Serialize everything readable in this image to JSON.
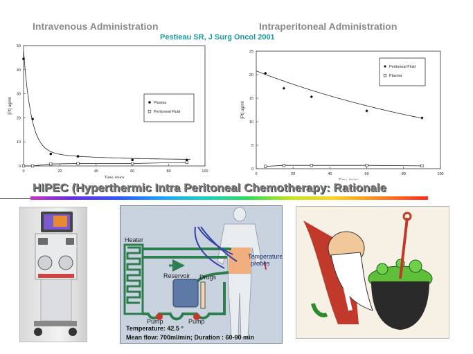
{
  "slide": {
    "heading_left": "Intravenous Administration",
    "heading_right": "Intraperitoneal Administration",
    "citation": "Pestieau SR,  J Surg  Oncol 2001",
    "title": "HIPEC (Hyperthermic Intra Peritoneal Chemotherapy: Rationale"
  },
  "chart_data": [
    {
      "type": "line",
      "title": "",
      "xlabel": "Time (min)",
      "ylabel": "[Pt]  ug/ml",
      "xlim": [
        0,
        100
      ],
      "ylim": [
        0,
        50
      ],
      "xticks": [
        0,
        20,
        40,
        60,
        80,
        100
      ],
      "yticks": [
        0,
        10,
        20,
        30,
        40,
        50
      ],
      "grid": false,
      "legend_position": "center-right",
      "series": [
        {
          "name": "Plasma",
          "marker": "filled-dot",
          "x": [
            0,
            5,
            15,
            30,
            60,
            90
          ],
          "y": [
            44.5,
            19.5,
            5,
            4,
            2.5,
            2.5
          ]
        },
        {
          "name": "Peritoneal Fluid",
          "marker": "open-square",
          "x": [
            0,
            5,
            15,
            30,
            60,
            90
          ],
          "y": [
            0,
            0,
            0.8,
            1,
            1,
            1.5
          ]
        }
      ]
    },
    {
      "type": "line",
      "title": "",
      "xlabel": "Time (min)",
      "ylabel": "[Pt]  ug/ml",
      "xlim": [
        0,
        100
      ],
      "ylim": [
        0,
        25
      ],
      "xticks": [
        0,
        20,
        40,
        60,
        80,
        100
      ],
      "yticks": [
        0,
        5,
        10,
        15,
        20,
        25
      ],
      "grid": false,
      "legend_position": "top-right",
      "series": [
        {
          "name": "Peritoneal Fluid",
          "marker": "filled-diamond",
          "x": [
            5,
            15,
            30,
            60,
            90
          ],
          "y": [
            20.3,
            17.1,
            15.3,
            12.3,
            10.8
          ]
        },
        {
          "name": "Plasma",
          "marker": "open-square",
          "x": [
            5,
            15,
            30,
            60,
            90
          ],
          "y": [
            0.5,
            0.7,
            0.7,
            0.7,
            0.6
          ]
        }
      ]
    }
  ],
  "pump_diagram": {
    "heater": "Heater",
    "reservoir": "Reservoir",
    "drugs": "Drugs",
    "probes_line1": "Temperature",
    "probes_line2": "probes",
    "pump_left": "Pump",
    "pump_right": "Pump",
    "caption_temp": "Temperature: 42.5 °",
    "caption_flow": "Mean flow: 700ml/min; Duration : 60-90 min"
  },
  "colors": {
    "heading": "#8a8a8a",
    "citation": "#1a9c9c",
    "tubing": "#2e7d4f",
    "probe_wire": "#3341a6",
    "abdomen": "#f2a36a"
  }
}
